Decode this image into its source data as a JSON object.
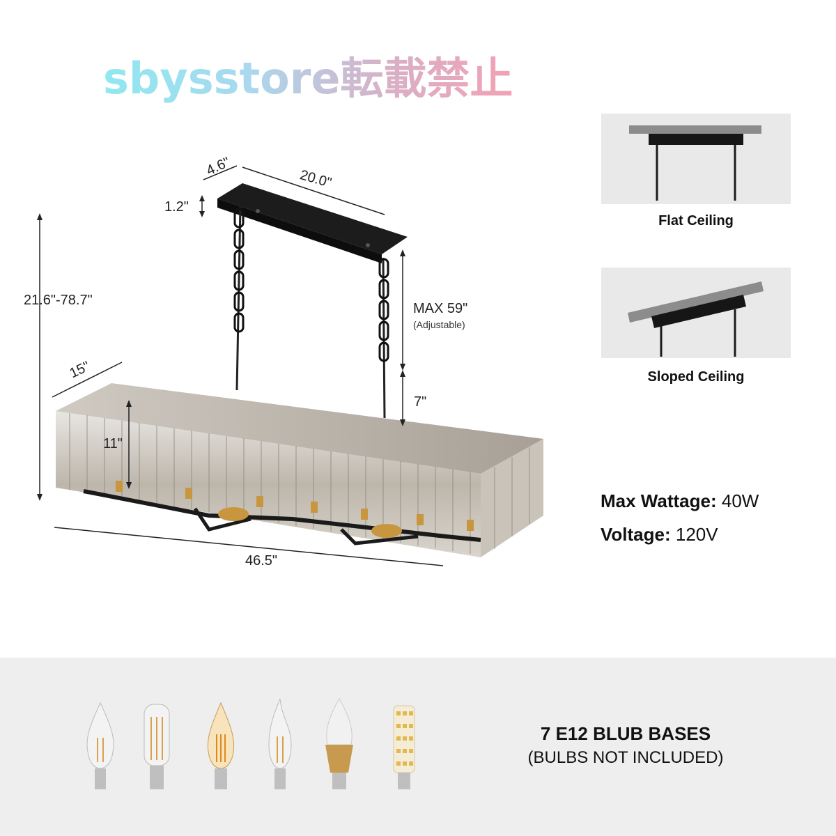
{
  "watermark": "sbysstore転載禁止",
  "dimensions": {
    "canopy_depth": "4.6\"",
    "canopy_length": "20.0\"",
    "canopy_height": "1.2\"",
    "total_height": "21.6\"-78.7\"",
    "chain_max": "MAX 59\"",
    "chain_adjustable": "(Adjustable)",
    "shade_depth": "15\"",
    "drop_gap": "7\"",
    "shade_height": "11\"",
    "total_length": "46.5\""
  },
  "mounting": {
    "flat_label": "Flat Ceiling",
    "sloped_label": "Sloped Ceiling"
  },
  "specs": {
    "wattage_label": "Max Wattage:",
    "wattage_value": "40W",
    "voltage_label": "Voltage:",
    "voltage_value": "120V"
  },
  "bulbs": {
    "title": "7 E12 BLUB BASES",
    "subtitle": "(BULBS NOT INCLUDED)",
    "icons": [
      "candle-bulb-icon",
      "tube-bulb-icon",
      "amber-candle-bulb-icon",
      "flame-tip-bulb-icon",
      "gold-led-bulb-icon",
      "corn-led-bulb-icon"
    ]
  }
}
